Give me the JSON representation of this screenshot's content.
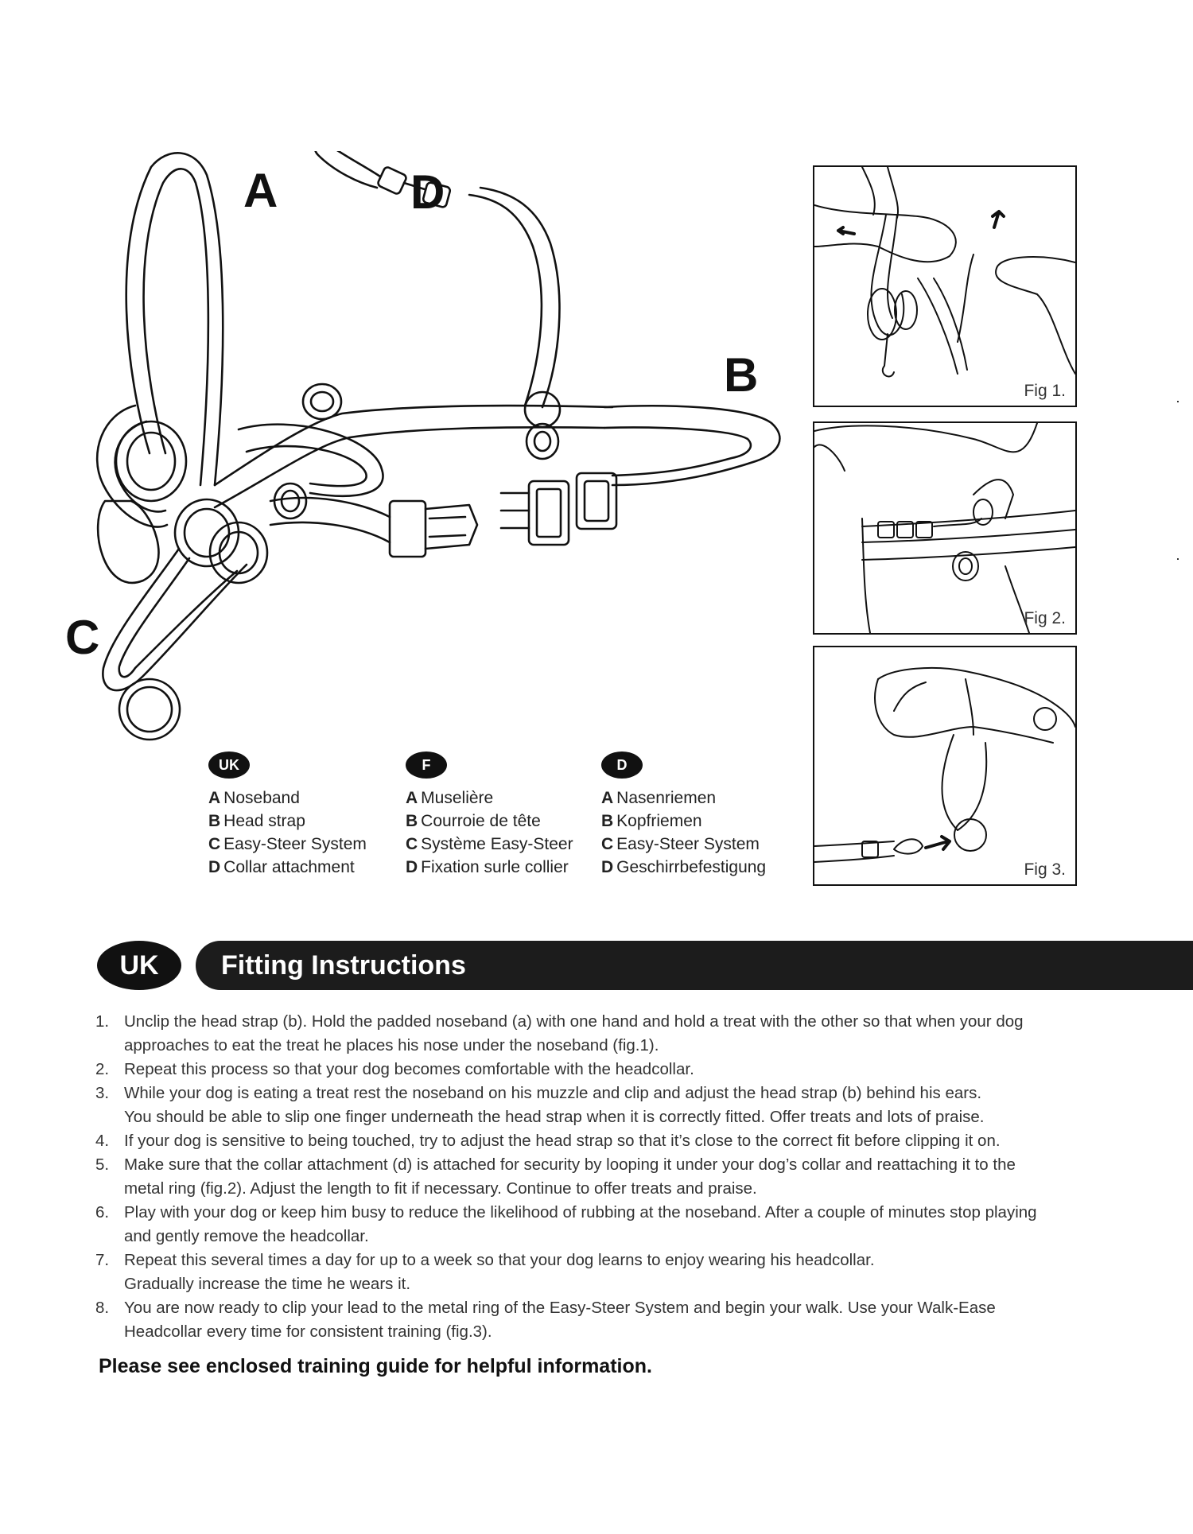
{
  "diagram": {
    "labels": {
      "a": "A",
      "b": "B",
      "c": "C",
      "d": "D"
    }
  },
  "legends": [
    {
      "badge": "UK",
      "items": [
        {
          "letter": "A",
          "text": "Noseband"
        },
        {
          "letter": "B",
          "text": "Head strap"
        },
        {
          "letter": "C",
          "text": "Easy-Steer System"
        },
        {
          "letter": "D",
          "text": "Collar attachment"
        }
      ]
    },
    {
      "badge": "F",
      "items": [
        {
          "letter": "A",
          "text": "Muselière"
        },
        {
          "letter": "B",
          "text": "Courroie de tête"
        },
        {
          "letter": "C",
          "text": "Système Easy-Steer"
        },
        {
          "letter": "D",
          "text": "Fixation surle collier"
        }
      ]
    },
    {
      "badge": "D",
      "items": [
        {
          "letter": "A",
          "text": "Nasenriemen"
        },
        {
          "letter": "B",
          "text": "Kopfriemen"
        },
        {
          "letter": "C",
          "text": "Easy-Steer System"
        },
        {
          "letter": "D",
          "text": "Geschirrbefestigung"
        }
      ]
    }
  ],
  "figures": [
    {
      "label": "Fig 1."
    },
    {
      "label": "Fig 2."
    },
    {
      "label": "Fig 3."
    }
  ],
  "instructions": {
    "badge": "UK",
    "title": "Fitting Instructions",
    "steps": [
      {
        "num": "1.",
        "lines": [
          "Unclip the head strap (b). Hold the padded noseband (a) with one hand and hold a treat with the other so that when your dog",
          "approaches to eat the treat he places his nose under the noseband (fig.1)."
        ]
      },
      {
        "num": "2.",
        "lines": [
          "Repeat this process so that your dog becomes comfortable with the headcollar."
        ]
      },
      {
        "num": "3.",
        "lines": [
          "While your dog is eating a treat rest the noseband on his muzzle and clip and adjust the head strap (b) behind his ears.",
          "You should be able to slip one finger underneath the head strap when it is correctly fitted. Offer treats and lots of praise."
        ]
      },
      {
        "num": "4.",
        "lines": [
          "If your dog is sensitive to being touched, try to adjust the head strap so that it’s close to the correct fit before clipping it on."
        ]
      },
      {
        "num": "5.",
        "lines": [
          "Make sure that the collar attachment (d) is attached for security by looping it under your dog’s collar and reattaching it to the",
          "metal ring (fig.2). Adjust the length to fit if necessary. Continue to offer treats and praise."
        ]
      },
      {
        "num": "6.",
        "lines": [
          "Play with your dog or keep him busy to reduce the likelihood of rubbing at the noseband. After a couple of minutes stop playing",
          "and gently remove the headcollar."
        ]
      },
      {
        "num": "7.",
        "lines": [
          "Repeat this several times a day for up to a week so that your dog learns to enjoy wearing his headcollar.",
          "Gradually increase the time he wears it."
        ]
      },
      {
        "num": "8.",
        "lines": [
          "You are now ready to clip your lead to the metal ring of the Easy-Steer System and begin your walk. Use your Walk-Ease",
          "Headcollar every time for consistent training (fig.3)."
        ]
      }
    ],
    "closing": "Please see enclosed training guide for helpful information."
  }
}
